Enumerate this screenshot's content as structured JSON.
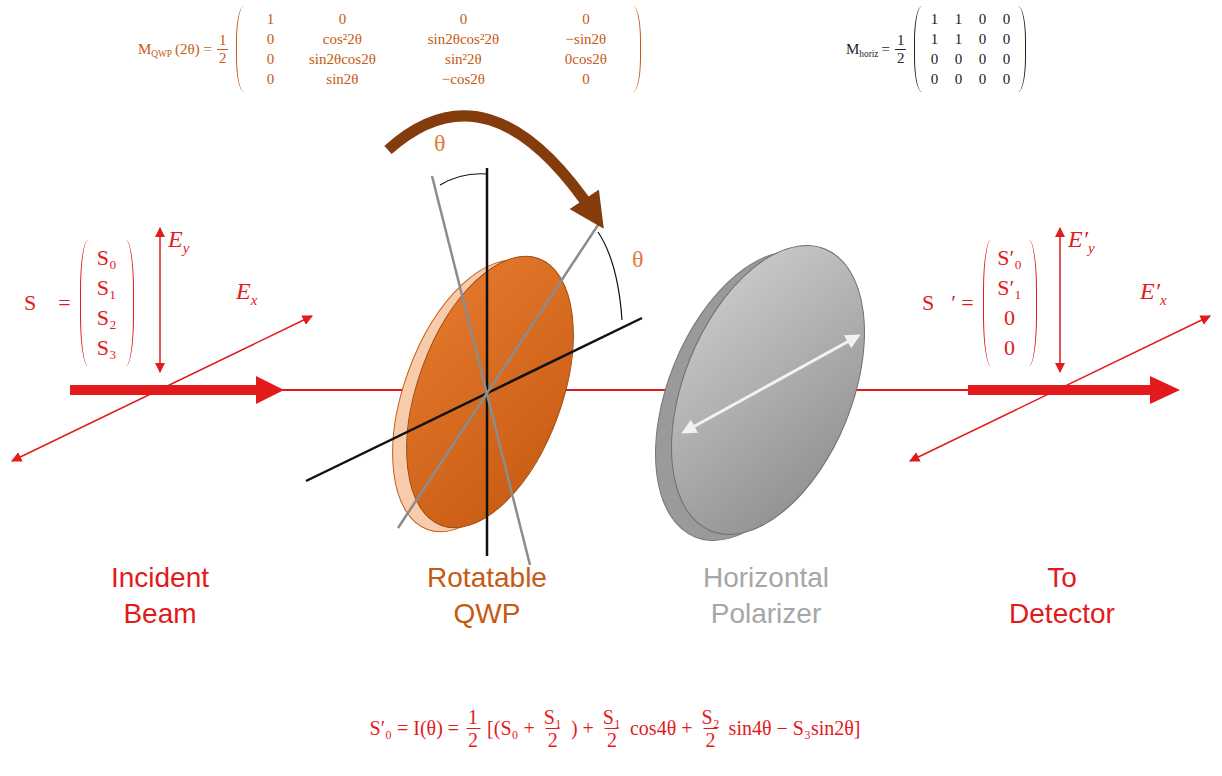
{
  "diagram": {
    "labels": [
      "M",
      "QWP",
      "(2θ) =",
      "1",
      "2",
      "1",
      "0",
      "0",
      "0",
      "0",
      "cos²2θ",
      "sin2θcos²2θ",
      "−sin2θ",
      "0",
      "sin2θcos2θ",
      "sin²2θ",
      "0cos2θ",
      "0",
      "sin2θ",
      "−cos2θ",
      "0",
      "M",
      "horiz",
      "=",
      "1",
      "2",
      "1",
      "1",
      "0",
      "0",
      "1",
      "1",
      "0",
      "0",
      "0",
      "0",
      "0",
      "0",
      "0",
      "0",
      "0",
      "0",
      "S⃗",
      "=",
      "S₀",
      "S₁",
      "S₂",
      "S₃",
      "E",
      "y",
      "E",
      "x",
      "θ",
      "θ",
      "Incident Beam",
      "Rotatable QWP",
      "Horizontal Polarizer",
      "To Detector",
      "S⃗′",
      "=",
      "S′₀",
      "S′₁",
      "0",
      "0",
      "E′",
      "y",
      "E′",
      "x",
      "S′₀ = I(θ) =",
      "1",
      "2",
      "[(S₀ +",
      "S₁",
      "2",
      ") +",
      "S₁",
      "2",
      "cos4θ +",
      "S₂",
      "2",
      "sin4θ − S₃sin2θ]"
    ]
  }
}
